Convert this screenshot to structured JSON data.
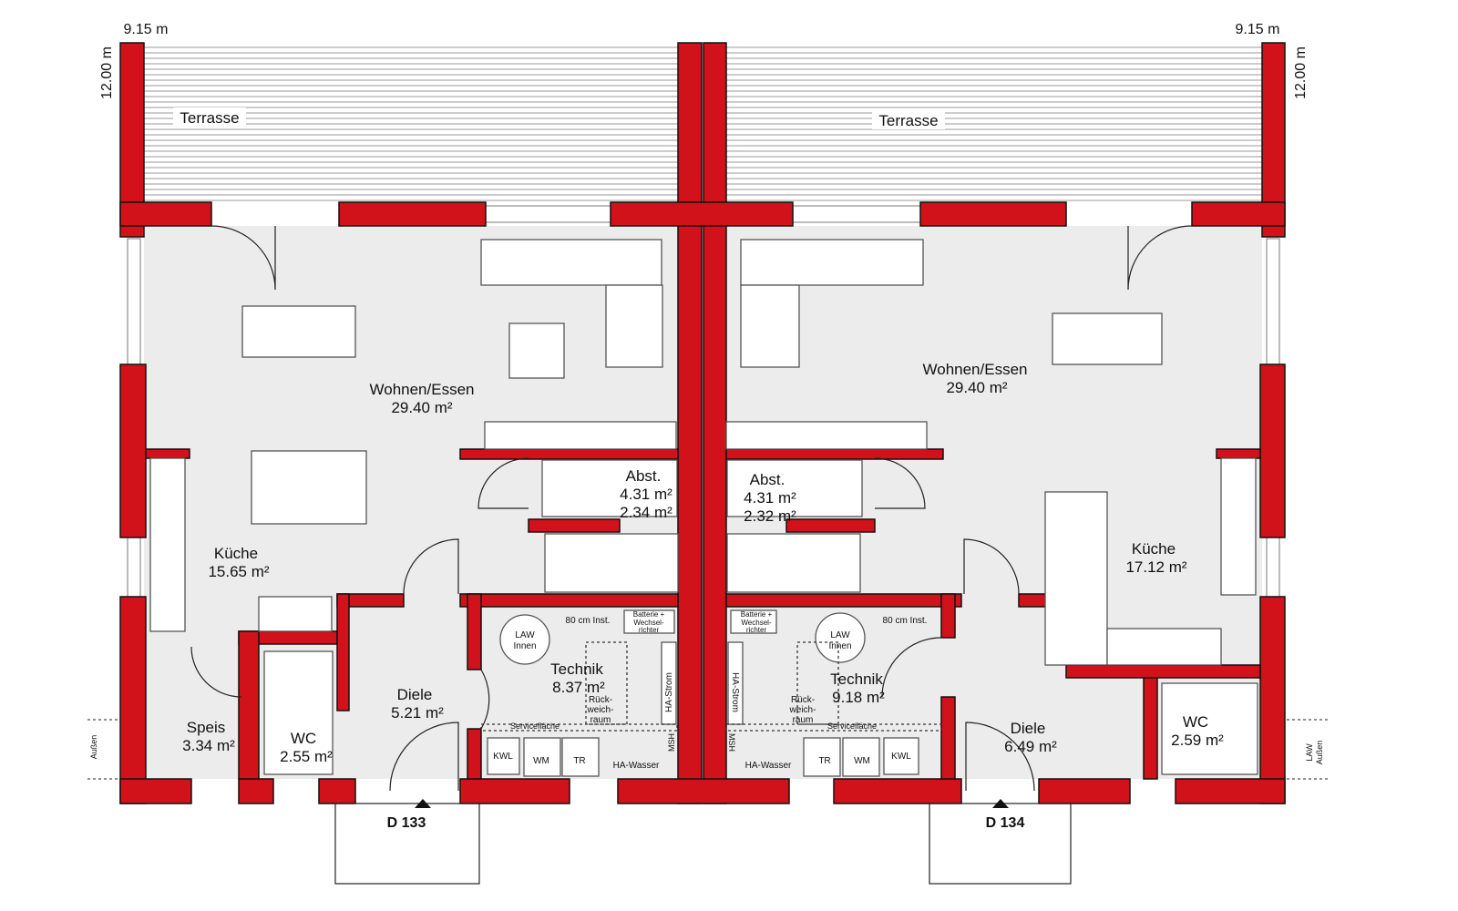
{
  "dimensions": {
    "width_left": "9.15 m",
    "width_right": "9.15 m",
    "depth_left": "12.00 m",
    "depth_right": "12.00 m"
  },
  "side_labels": {
    "left": "Außen",
    "right_top": "LAW",
    "right_bottom": "Außen"
  },
  "left_unit": {
    "terrace": "Terrasse",
    "living": {
      "name": "Wohnen/Essen",
      "area": "29.40 m²"
    },
    "storage": {
      "name": "Abst.",
      "area1": "4.31 m²",
      "area2": "2.34 m²"
    },
    "kitchen": {
      "name": "Küche",
      "area": "15.65 m²"
    },
    "pantry": {
      "name": "Speis",
      "area": "3.34 m²"
    },
    "wc": {
      "name": "WC",
      "area": "2.55 m²"
    },
    "hall": {
      "name": "Diele",
      "area": "5.21 m²"
    },
    "technik": {
      "name": "Technik",
      "area": "8.37 m²"
    },
    "entrance": "D 133"
  },
  "right_unit": {
    "terrace": "Terrasse",
    "living": {
      "name": "Wohnen/Essen",
      "area": "29.40 m²"
    },
    "storage": {
      "name": "Abst.",
      "area1": "4.31 m²",
      "area2": "2.32 m²"
    },
    "kitchen": {
      "name": "Küche",
      "area": "17.12 m²"
    },
    "wc": {
      "name": "WC",
      "area": "2.59 m²"
    },
    "hall": {
      "name": "Diele",
      "area": "6.49 m²"
    },
    "technik": {
      "name": "Technik",
      "area": "9.18 m²"
    },
    "entrance": "D 134"
  },
  "technik_labels": {
    "law": "LAW",
    "law2": "Innen",
    "inst": "80 cm Inst.",
    "battery1": "Batterie +",
    "battery2": "Wechsel-",
    "battery3": "richter",
    "retreat1": "Rück-",
    "retreat2": "weich-",
    "retreat3": "raum",
    "service": "Servicefläche",
    "ha_strom": "HA-Strom",
    "msh": "MSH",
    "ha_wasser": "HA-Wasser",
    "kwl": "KWL",
    "wm": "WM",
    "tr": "TR"
  }
}
